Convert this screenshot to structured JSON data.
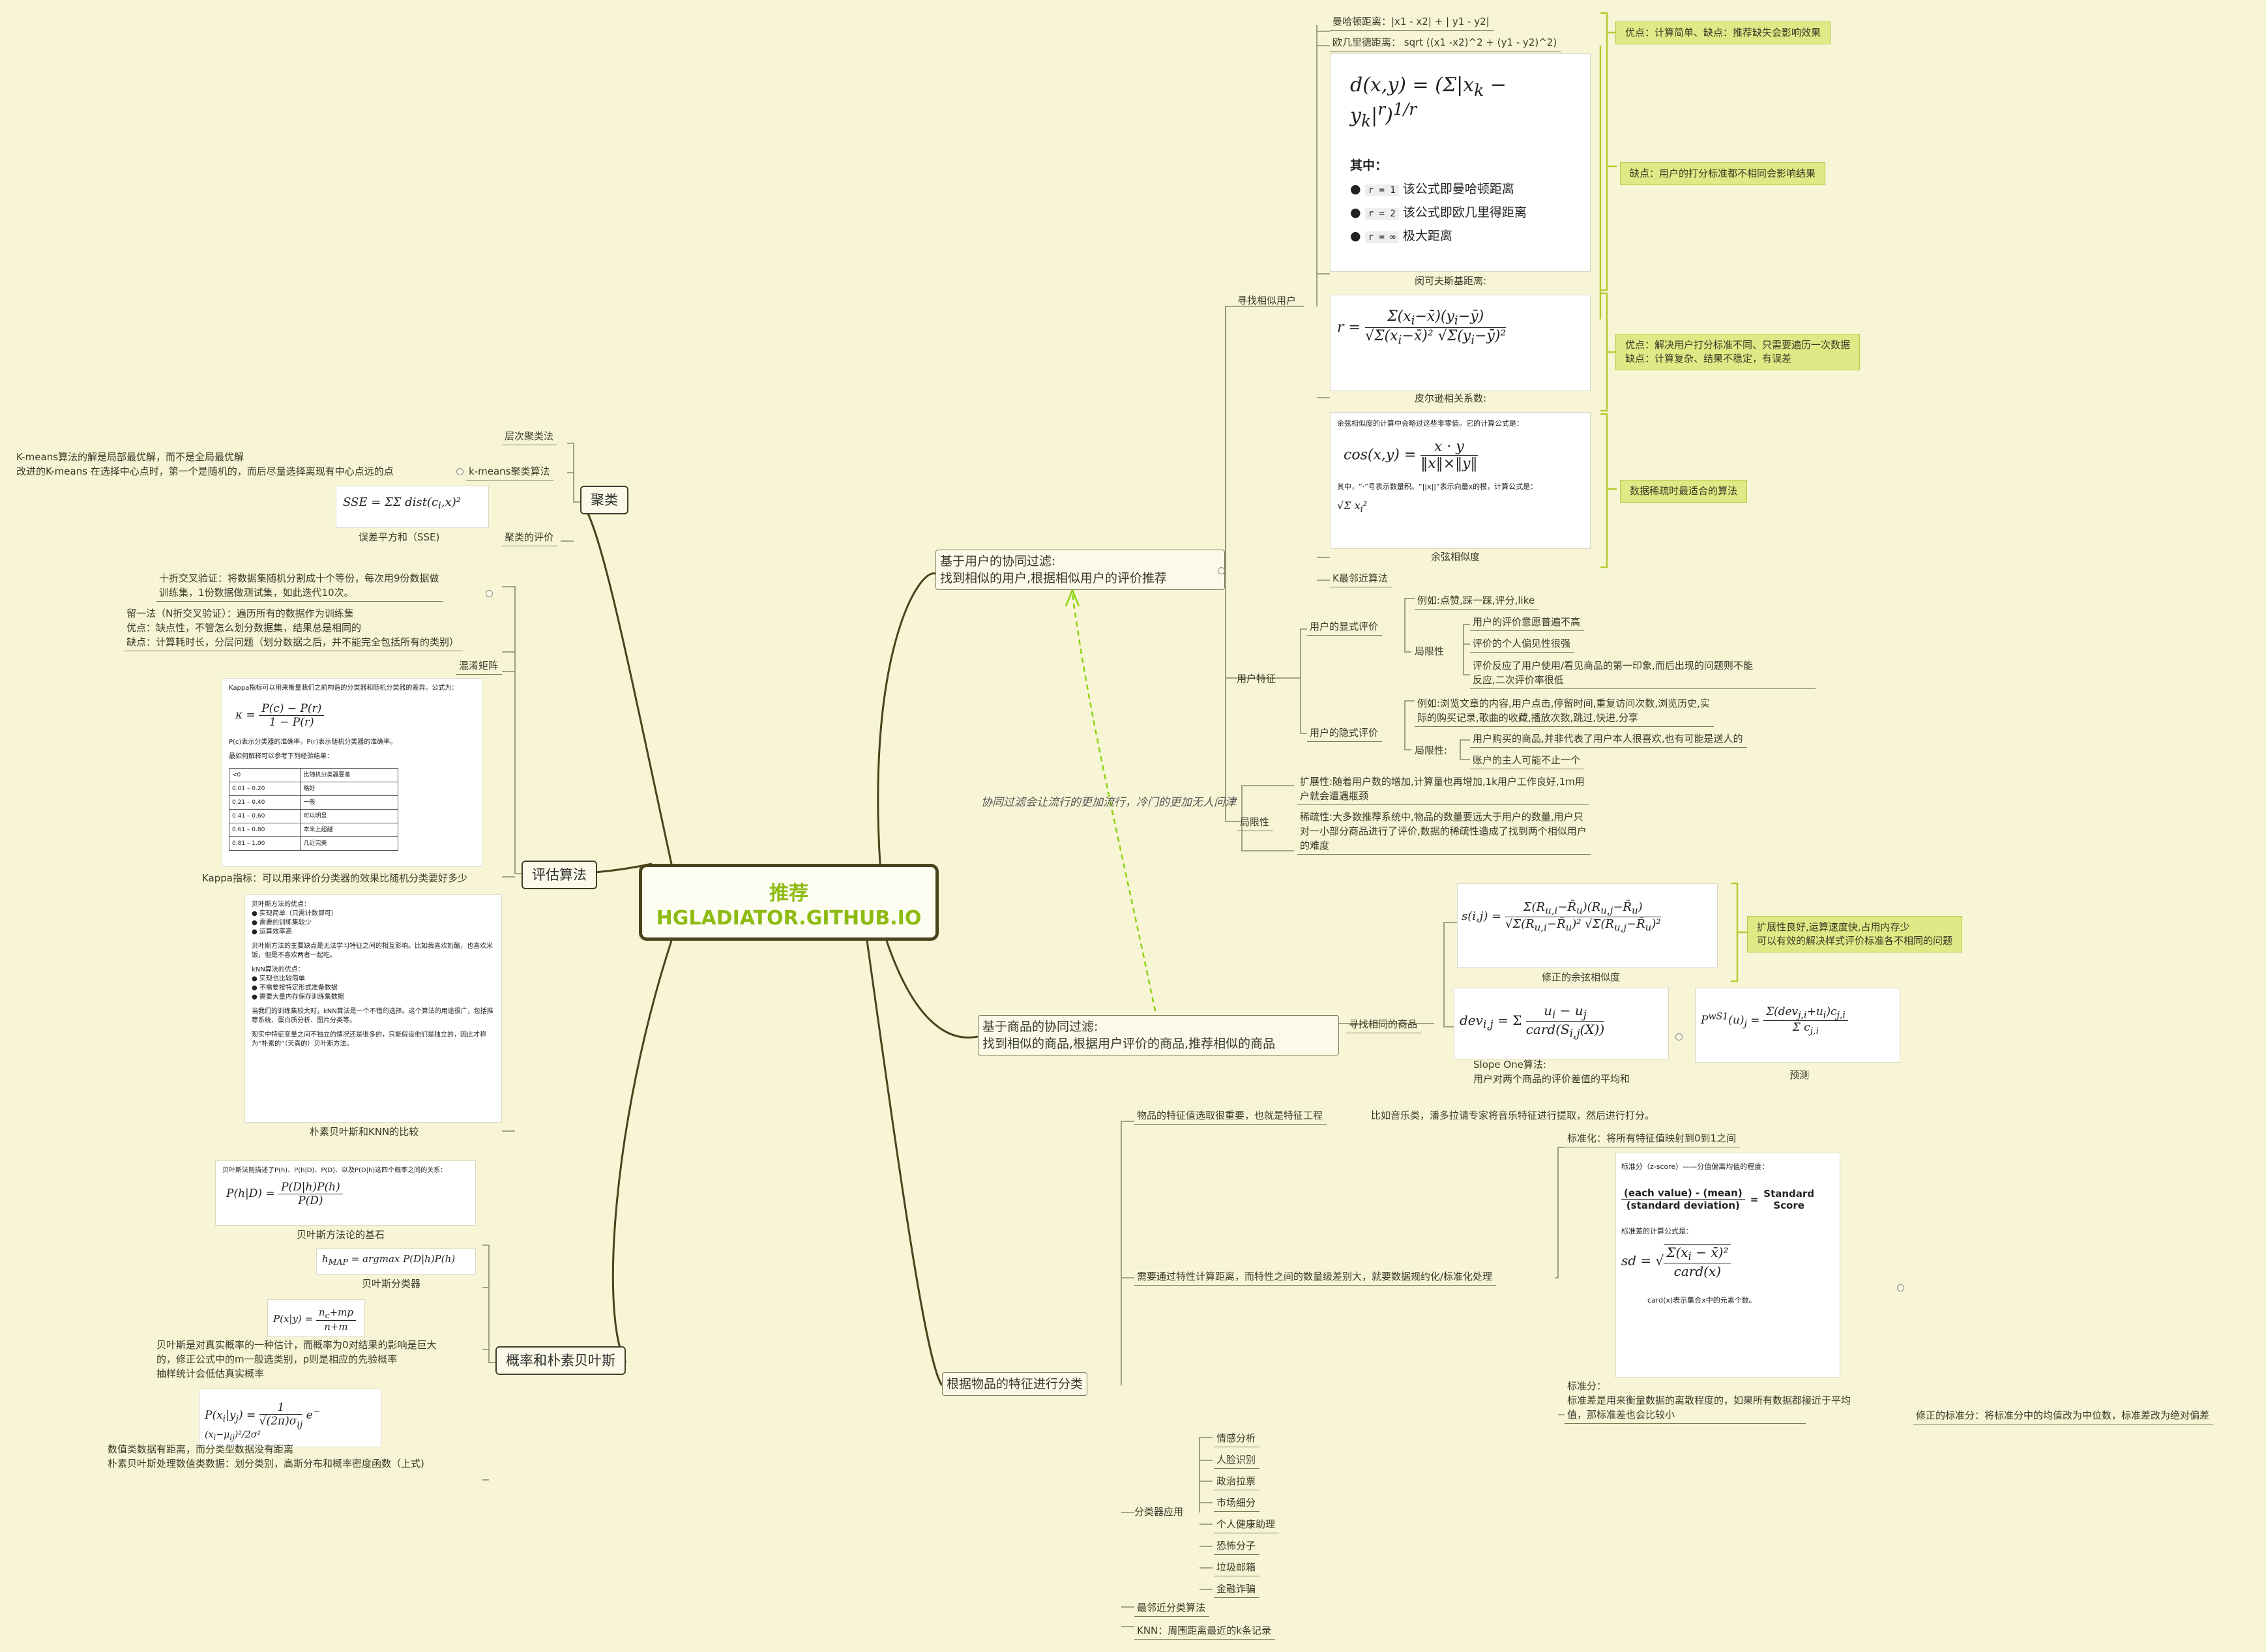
{
  "root": {
    "line1": "推荐",
    "line2": "HGLADIATOR.GITHUB.IO"
  },
  "ub": {
    "title1": "基于用户的协同过滤:",
    "title2": "找到相似的用户,根据相似用户的评价推荐",
    "find": "寻找相似用户",
    "manhattan": "曼哈顿距离：|x1 - x2| + | y1 - y2|",
    "euclid": "欧几里德距离：  sqrt  ((x1 -x2)^2 + (y1 - y2)^2)",
    "mink_where": "其中：",
    "mink_r1": "该公式即曼哈顿距离",
    "mink_r2": "该公式即欧几里得距离",
    "mink_inf": "极大距离",
    "mink_code1": "r = 1",
    "mink_code2": "r = 2",
    "mink_code3": "r = ∞",
    "minkowski": "闵可夫斯基距离:",
    "pearson": "皮尔逊相关系数:",
    "cos_head": "余弦相似度的计算中会略过这些非零值。它的计算公式是：",
    "cos_note": "其中，“·”号表示数量积。“||x||”表示向量x的模，计算公式是：",
    "cosine": "余弦相似度",
    "knn": "K最邻近算法",
    "note1": "优点：计算简单、缺点：推荐缺失会影响效果",
    "note2": "缺点：用户的打分标准都不相同会影响结果",
    "note3a": "优点：解决用户打分标准不同、只需要遍历一次数据",
    "note3b": "缺点：计算复杂、结果不稳定，有误差",
    "note4": "数据稀疏时最适合的算法",
    "feature": "用户特征",
    "explicit": "用户的显式评价",
    "exp_eg": "例如:点赞,踩一踩,评分,like",
    "limit": "局限性",
    "exp_l1": "用户的评价意愿普遍不高",
    "exp_l2": "评价的个人偏见性很强",
    "exp_l3a": "评价反应了用户使用/看见商品的第一印象,而后出现的问题则不能",
    "exp_l3b": "反应,二次评价率很低",
    "implicit": "用户的隐式评价",
    "imp_eg1": "例如:浏览文章的内容,用户点击,停留时间,重复访问次数,浏览历史,实",
    "imp_eg2": "际的购买记录,歌曲的收藏,播放次数,跳过,快进,分享",
    "limit2": "局限性:",
    "imp_l1": "用户购买的商品,并非代表了用户本人很喜欢,也有可能是送人的",
    "imp_l2": "账户的主人可能不止一个",
    "lim3": "局限性",
    "lim3_a1": "扩展性:随着用户数的增加,计算量也再增加,1k用户工作良好,1m用",
    "lim3_a2": "户就会遭遇瓶颈",
    "lim3_b1": "稀疏性:大多数推荐系统中,物品的数量要远大于用户的数量,用户只",
    "lim3_b2": "对一小部分商品进行了评价,数据的稀疏性造成了找到两个相似用户",
    "lim3_b3": "的难度"
  },
  "rel": "协同过滤会让流行的更加流行，冷门的更加无人问津",
  "ib": {
    "title1": "基于商品的协同过滤:",
    "title2": "找到相似的商品,根据用户评价的商品,推荐相似的商品",
    "find": "寻找相同的商品",
    "adj_cos": "修正的余弦相似度",
    "note1": "扩展性良好,运算速度快,占用内存少",
    "note2": "可以有效的解决样式评价标准各不相同的问题",
    "slope1": "Slope One算法:",
    "slope2": "用户对两个商品的评价差值的平均和",
    "predict": "预测"
  },
  "fc": {
    "title": "根据物品的特征进行分类",
    "f1": "物品的特征值选取很重要，也就是特征工程",
    "f1b": "比如音乐类，潘多拉请专家将音乐特征进行提取，然后进行打分。",
    "f2": "需要通过特性计算距离，而特性之间的数量级差别大，就要数据规约化/标准化处理",
    "norm": "标准化：将所有特征值映射到0到1之间",
    "z_head": "标准分（z-score）——分值偏离均值的程度：",
    "z_num": "(each value) - (mean)",
    "z_den": "(standard deviation)",
    "z_eq1": "Standard",
    "z_eq2": "Score",
    "sd_head": "标准差的计算公式是：",
    "sd_note": "card(x)表示集合x中的元素个数。",
    "std1": "标准分：",
    "std2": "标准差是用来衡量数据的离散程度的，如果所有数据都接近于平均",
    "std3": "值，那标准差也会比较小",
    "mod": "修正的标准分：将标准分中的均值改为中位数，标准差改为绝对偏差",
    "app": "分类器应用",
    "apps": [
      "情感分析",
      "人脸识别",
      "政治拉票",
      "市场细分",
      "个人健康助理",
      "恐怖分子",
      "垃圾邮箱",
      "金融诈骗"
    ],
    "nn": "最邻近分类算法",
    "knn": "KNN：周围距离最近的k条记录"
  },
  "cl": {
    "title": "聚类",
    "h": "层次聚类法",
    "km": "k-means聚类算法",
    "km_n1": "K-means算法的解是局部最优解，而不是全局最优解",
    "km_n2": "改进的K-means 在选择中心点时，第一个是随机的，而后尽量选择离现有中心点远的点",
    "sse": "误差平方和（SSE)",
    "eval": "聚类的评价"
  },
  "ev": {
    "title": "评估算法",
    "cv1": "十折交叉验证：将数据集随机分割成十个等份，每次用9份数据做",
    "cv2": "训练集，1份数据做测试集，如此迭代10次。",
    "lo1": "留一法（N折交叉验证）：遍历所有的数据作为训练集",
    "lo2": "优点：缺点性，不管怎么划分数据集，结果总是相同的",
    "lo3": "缺点：计算耗时长，分层问题（划分数据之后，并不能完全包括所有的类别）",
    "cm": "混淆矩阵",
    "kappa_h": "Kappa指标可以用来衡量我们之前构造的分类器和随机分类器的差异。公式为：",
    "kappa_p": "P(c)表示分类器的准确率，P(r)表示随机分类器的准确率。",
    "kappa_t": "最如何解释可以参考下列经验结果：",
    "ktab": [
      [
        "<0",
        "比随机分类器要差"
      ],
      [
        "0.01 – 0.20",
        "略好"
      ],
      [
        "0.21 – 0.40",
        "一般"
      ],
      [
        "0.41 – 0.60",
        "可以明显"
      ],
      [
        "0.61 – 0.80",
        "本来上超越"
      ],
      [
        "0.81 – 1.00",
        "几近完美"
      ]
    ],
    "kappa": "Kappa指标：可以用来评价分类器的效果比随机分类要好多少",
    "cmp_a": "贝叶斯方法的优点：",
    "cmp_a1": "实现简单（只需计数即可）",
    "cmp_a2": "需要的训练集较少",
    "cmp_a3": "运算效率高",
    "cmp_b": "贝叶斯方法的主要缺点是无法学习特征之间的相互影响。比如我喜欢奶酪，也喜欢米饭，但是不喜欢两者一起吃。",
    "cmp_c": "kNN算法的优点：",
    "cmp_c1": "实现也比较简单",
    "cmp_c2": "不需要按特定形式准备数据",
    "cmp_c3": "需要大量内存保存训练集数据",
    "cmp_d": "当我们的训练集较大时，kNN算法是一个不错的选择。这个算法的用途很广，包括推荐系统、蛋白质分析、图片分类等。",
    "cmp_e": "现实中特征变量之间不独立的情况还是很多的，只能假设他们是独立的，因此才称为“朴素的”（天真的）贝叶斯方法。",
    "cmp": "朴素贝叶斯和KNN的比较"
  },
  "pb": {
    "title": "概率和朴素贝叶斯",
    "b_head": "贝叶斯法则描述了P(h)、P(h|D)、P(D)、以及P(D|h)这四个概率之间的关系：",
    "bayes": "贝叶斯方法论的基石",
    "cls": "贝叶斯分类器",
    "laplace1": "贝叶斯是对真实概率的一种估计，而概率为0对结果的影响是巨大",
    "laplace2": "的，修正公式中的m一般选类别，p则是相应的先验概率",
    "laplace3": "抽样统计会低估真实概率",
    "num1": "数值类数据有距离，而分类型数据没有距离",
    "num2": "朴素贝叶斯处理数值类数据：划分类别，高斯分布和概率密度函数（上式)"
  }
}
